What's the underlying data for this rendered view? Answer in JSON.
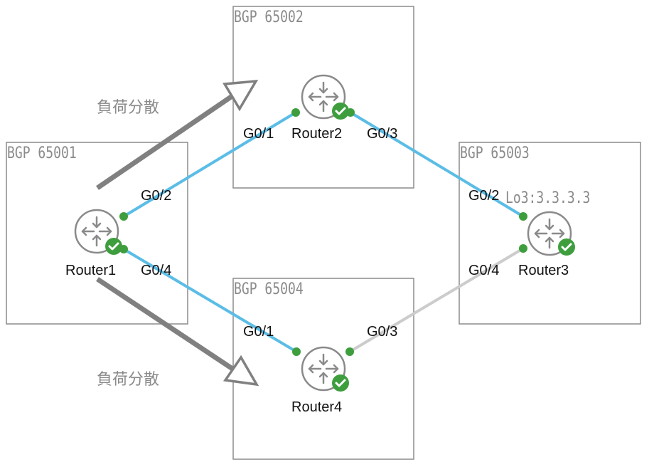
{
  "colors": {
    "link_active": "#5bbde6",
    "link_inactive": "#cccccc",
    "port": "#3e9e3e",
    "status_ok": "#3e9e3e",
    "router_outline": "#8a8a8a",
    "arrow": "#808080",
    "box": "#8c8c8c"
  },
  "as_boxes": [
    {
      "id": "as65001",
      "label": "BGP 65001"
    },
    {
      "id": "as65002",
      "label": "BGP 65002"
    },
    {
      "id": "as65003",
      "label": "BGP 65003"
    },
    {
      "id": "as65004",
      "label": "BGP 65004"
    }
  ],
  "routers": [
    {
      "id": "r1",
      "name": "Router1",
      "status": "ok"
    },
    {
      "id": "r2",
      "name": "Router2",
      "status": "ok"
    },
    {
      "id": "r3",
      "name": "Router3",
      "status": "ok",
      "loopback": "Lo3:3.3.3.3"
    },
    {
      "id": "r4",
      "name": "Router4",
      "status": "ok"
    }
  ],
  "links": [
    {
      "from": "Router1",
      "from_if": "G0/2",
      "to": "Router2",
      "to_if": "G0/1",
      "state": "active"
    },
    {
      "from": "Router1",
      "from_if": "G0/4",
      "to": "Router4",
      "to_if": "G0/1",
      "state": "active"
    },
    {
      "from": "Router2",
      "from_if": "G0/3",
      "to": "Router3",
      "to_if": "G0/2",
      "state": "active"
    },
    {
      "from": "Router4",
      "from_if": "G0/3",
      "to": "Router3",
      "to_if": "G0/4",
      "state": "inactive"
    }
  ],
  "interfaces": {
    "r1_g02": "G0/2",
    "r1_g04": "G0/4",
    "r2_g01": "G0/1",
    "r2_g03": "G0/3",
    "r3_g02": "G0/2",
    "r3_g04": "G0/4",
    "r4_g01": "G0/1",
    "r4_g03": "G0/3"
  },
  "annotations": {
    "load_balance_top": "負荷分散",
    "load_balance_bottom": "負荷分散"
  }
}
